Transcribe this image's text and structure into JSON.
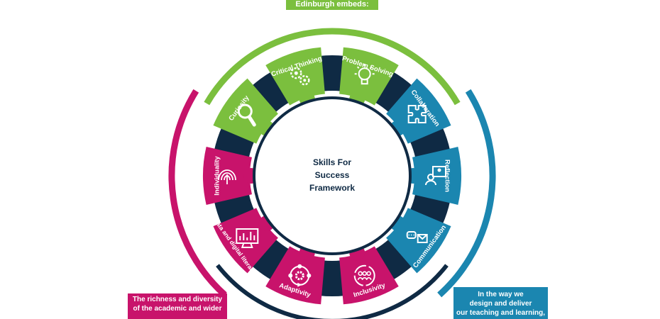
{
  "colors": {
    "green": "#7bbf3e",
    "blue": "#1b86b0",
    "magenta": "#c8136b",
    "navy": "#0f2a44",
    "white": "#ffffff"
  },
  "top_banner": "Edinburgh embeds:",
  "center": {
    "line1": "Skills For",
    "line2": "Success",
    "line3": "Framework"
  },
  "segments": [
    {
      "label": "Critical Thinking",
      "icon": "gears-icon",
      "color": "green"
    },
    {
      "label": "Problem Solving",
      "icon": "lightbulb-icon",
      "color": "green"
    },
    {
      "label": "Collaboration",
      "icon": "puzzle-icon",
      "color": "blue"
    },
    {
      "label": "Reflection",
      "icon": "video-call-icon",
      "color": "blue"
    },
    {
      "label": "Communication",
      "icon": "chat-bubbles-icon",
      "color": "blue"
    },
    {
      "label": "Inclusivity",
      "icon": "people-circle-icon",
      "color": "magenta"
    },
    {
      "label": "Adaptivity",
      "icon": "cycle-gear-icon",
      "color": "magenta"
    },
    {
      "label": "Data and digital literacy",
      "icon": "data-monitor-icon",
      "color": "magenta"
    },
    {
      "label": "Individuality",
      "icon": "fingerprint-icon",
      "color": "magenta"
    },
    {
      "label": "Curiosity",
      "icon": "magnifier-icon",
      "color": "green"
    }
  ],
  "left_banner": {
    "line1": "The richness and diversity",
    "line2": "of the academic and wider"
  },
  "right_banner": {
    "line1": "In the way we",
    "line2": "design and deliver",
    "line3": "our teaching and learning,"
  }
}
